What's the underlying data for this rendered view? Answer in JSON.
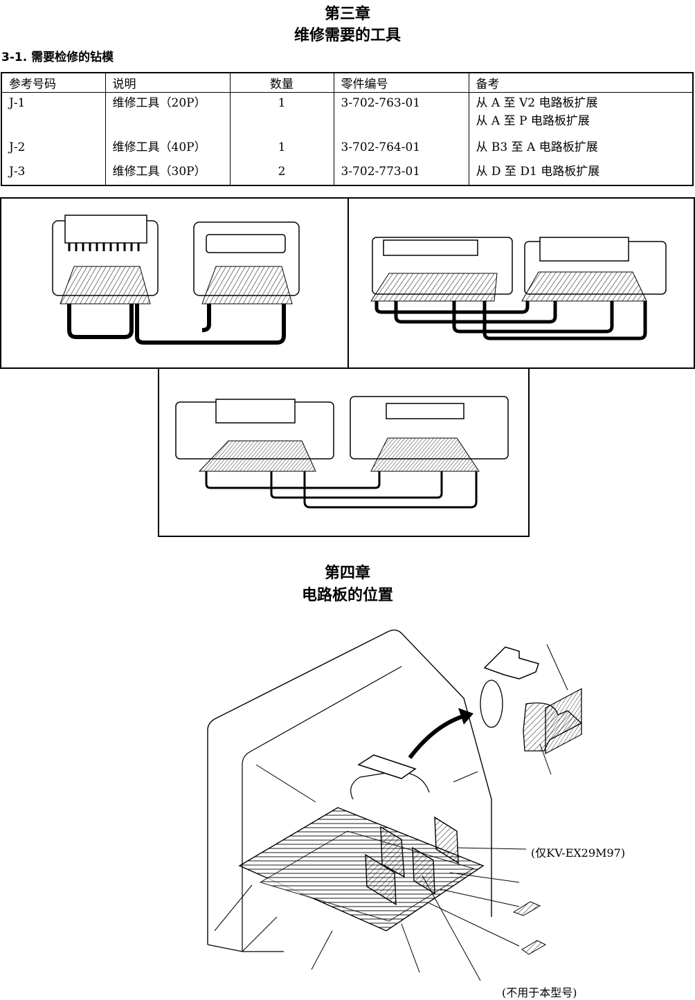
{
  "chapter3": {
    "heading": "第三章",
    "title": "维修需要的工具",
    "section": "3-1. 需要检修的钻模"
  },
  "table": {
    "headers": [
      "参考号码",
      "说明",
      "数量",
      "零件编号",
      "备考"
    ],
    "rows": [
      {
        "ref": "J-1",
        "desc": "维修工具（20P）",
        "qty": "1",
        "part": "3-702-763-01",
        "remark1": "从 A 至 V2 电路板扩展",
        "remark2": "从 A 至 P 电路板扩展"
      },
      {
        "ref": "J-2",
        "desc": "维修工具（40P）",
        "qty": "1",
        "part": "3-702-764-01",
        "remark1": "从 B3 至 A 电路板扩展",
        "remark2": ""
      },
      {
        "ref": "J-3",
        "desc": "维修工具（30P）",
        "qty": "2",
        "part": "3-702-773-01",
        "remark1": "从 D 至 D1 电路板扩展",
        "remark2": ""
      }
    ]
  },
  "chapter4": {
    "heading": "第四章",
    "title": "电路板的位置"
  },
  "callouts": {
    "model_only": "(仅KV-EX29M97)",
    "not_used": "(不用于本型号)"
  }
}
